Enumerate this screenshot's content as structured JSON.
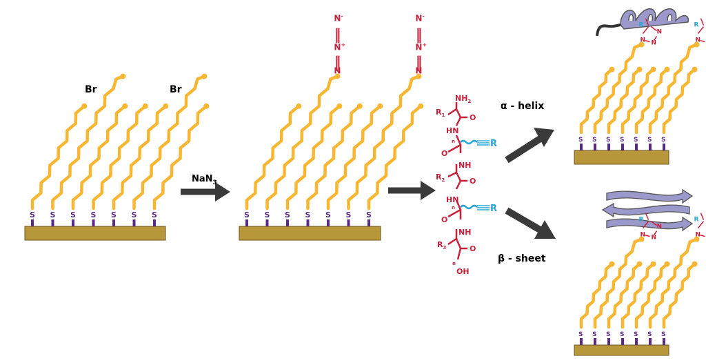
{
  "labels": {
    "br": "Br",
    "reagent": "NaN",
    "reagent_sub": "3",
    "sulfur": "S",
    "alpha": "α - helix",
    "beta": "β - sheet"
  },
  "azide": {
    "n_minus": "N",
    "minus": "-",
    "n_plus": "N",
    "plus": "+",
    "n": "N"
  },
  "peptide": {
    "nh2": "NH",
    "nh2_sub": "2",
    "r1": "R",
    "r1_sub": "1",
    "r2": "R",
    "r2_sub": "2",
    "r3": "R",
    "r3_sub": "3",
    "o": "O",
    "hn": "HN",
    "nh": "NH",
    "oh": "OH",
    "n": "n",
    "r": "R"
  },
  "triazole": {
    "r": "R",
    "n": "N"
  },
  "colors": {
    "chain": "#f7b733",
    "substrate": "#b8963a",
    "sulfur": "#5b2a86",
    "peptide": "#c8203a",
    "alkyne": "#2aa7d6",
    "protein": "#9b99cc",
    "arrow": "#3a3a3a"
  }
}
